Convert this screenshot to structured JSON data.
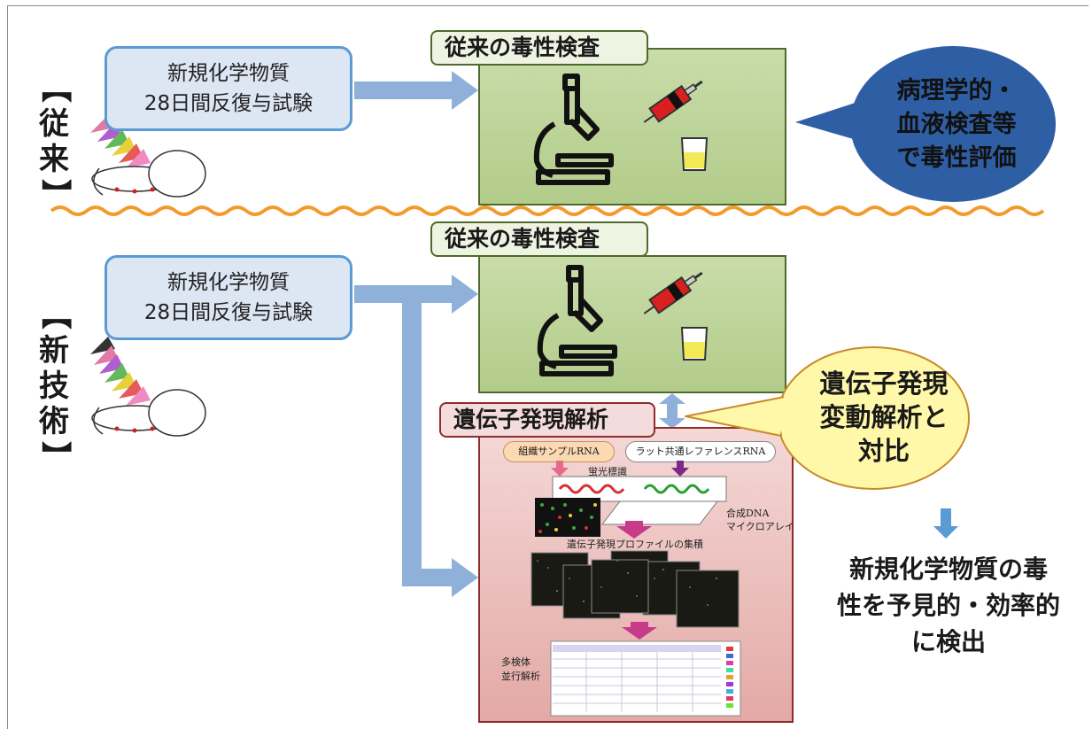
{
  "labels": {
    "conventional_side": [
      "従",
      "来"
    ],
    "new_side": [
      "新",
      "技",
      "術"
    ],
    "bracket_top": "【",
    "bracket_bottom": "】"
  },
  "top_row": {
    "input_box": [
      "新規化学物質",
      "28日間反復与試験"
    ],
    "panel_title": "従来の毒性検査",
    "bubble": [
      "病理学的・",
      "血液検査等",
      "で毒性評価"
    ]
  },
  "bottom_row": {
    "input_box": [
      "新規化学物質",
      "28日間反復与試験"
    ],
    "panel_title": "従来の毒性検査",
    "analysis_title": "遺伝子発現解析",
    "bubble": [
      "遺伝子発現",
      "変動解析と",
      "対比"
    ],
    "conclusion": [
      "新規化学物質の毒",
      "性を予見的・効率的",
      "に検出"
    ]
  },
  "microarray": {
    "sample_rna": "組織サンプルRNA",
    "reference_rna": "ラット共通レファレンスRNA",
    "fluorescent_label": "蛍光標識",
    "array_label_1": "合成DNA",
    "array_label_2": "マイクロアレイ",
    "profile_label": "遺伝子発現プロファイルの集積",
    "multi_label_1": "多検体",
    "multi_label_2": "並行解析"
  },
  "colors": {
    "blue_box_fill": "#dde6f3",
    "blue_box_border": "#5b9bd5",
    "green_panel": "#b2cc8a",
    "red_panel": "#e3a9a6",
    "dark_blue_bubble": "#2e5ea4",
    "yellow_bubble": "#fff8a8",
    "arrow_blue": "#8fb1d9",
    "wavy_line": "#f39a2b"
  }
}
